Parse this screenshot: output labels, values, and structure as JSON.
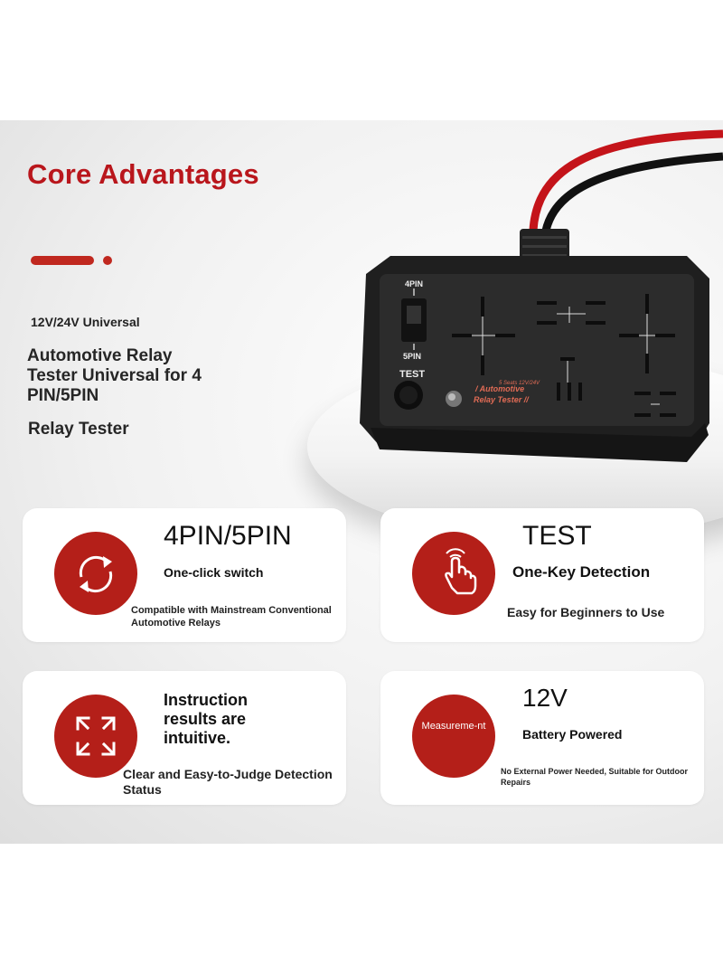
{
  "header": {
    "title": "Core Advantages",
    "tagline": "12V/24V Universal",
    "headline": "Automotive Relay Tester Universal for 4 PIN/5PIN",
    "subhead": "Relay Tester"
  },
  "device": {
    "label_4pin": "4PIN",
    "label_5pin": "5PIN",
    "label_test": "TEST",
    "seats_label": "5 Seats  12V/24V",
    "name_line1": "/ Automotive",
    "name_line2": "Relay Tester //"
  },
  "cards": [
    {
      "title": "4PIN/5PIN",
      "label": "One-click switch",
      "desc": "Compatible with Mainstream Conventional Automotive Relays",
      "icon": "refresh-icon"
    },
    {
      "title": "TEST",
      "label": "One-Key Detection",
      "desc": "Easy for Beginners to Use",
      "icon": "hand-pointer-icon"
    },
    {
      "title": "Instruction results are intuitive.",
      "desc": "Clear and Easy-to-Judge Detection Status",
      "icon": "expand-arrows-icon"
    },
    {
      "title": "12V",
      "label": "Battery Powered",
      "desc": "No External Power Needed, Suitable for Outdoor Repairs",
      "circle_text": "Measureme-nt"
    }
  ],
  "colors": {
    "accent": "#b41f19",
    "title_red": "#b9161c",
    "device": "#2a2a2a",
    "card_bg": "#ffffff"
  }
}
